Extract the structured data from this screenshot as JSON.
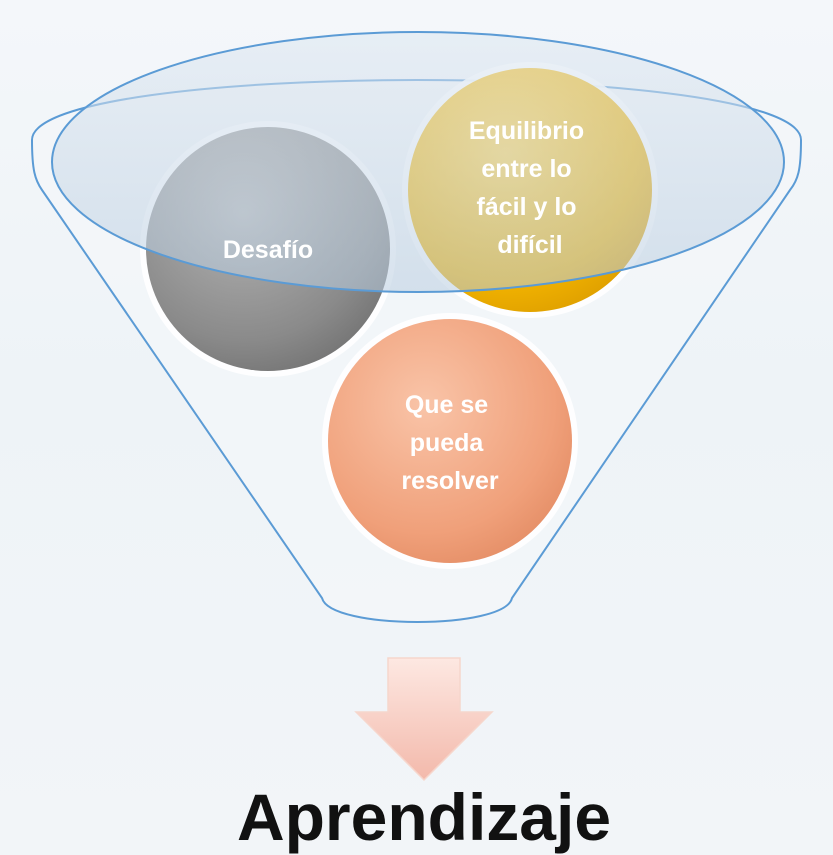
{
  "funnel": {
    "items": [
      {
        "label": [
          "Desafío"
        ],
        "color": "#8c8c8c"
      },
      {
        "label": [
          "Equilibrio",
          "entre lo",
          "fácil y lo",
          "difícil"
        ],
        "color": "#f2b300"
      },
      {
        "label": [
          "Que se",
          "pueda",
          "resolver"
        ],
        "color": "#f0a07a"
      }
    ],
    "outline_color": "#5b9bd5"
  },
  "result": {
    "arrow_color": "#f7c9bf",
    "label": "Aprendizaje"
  }
}
